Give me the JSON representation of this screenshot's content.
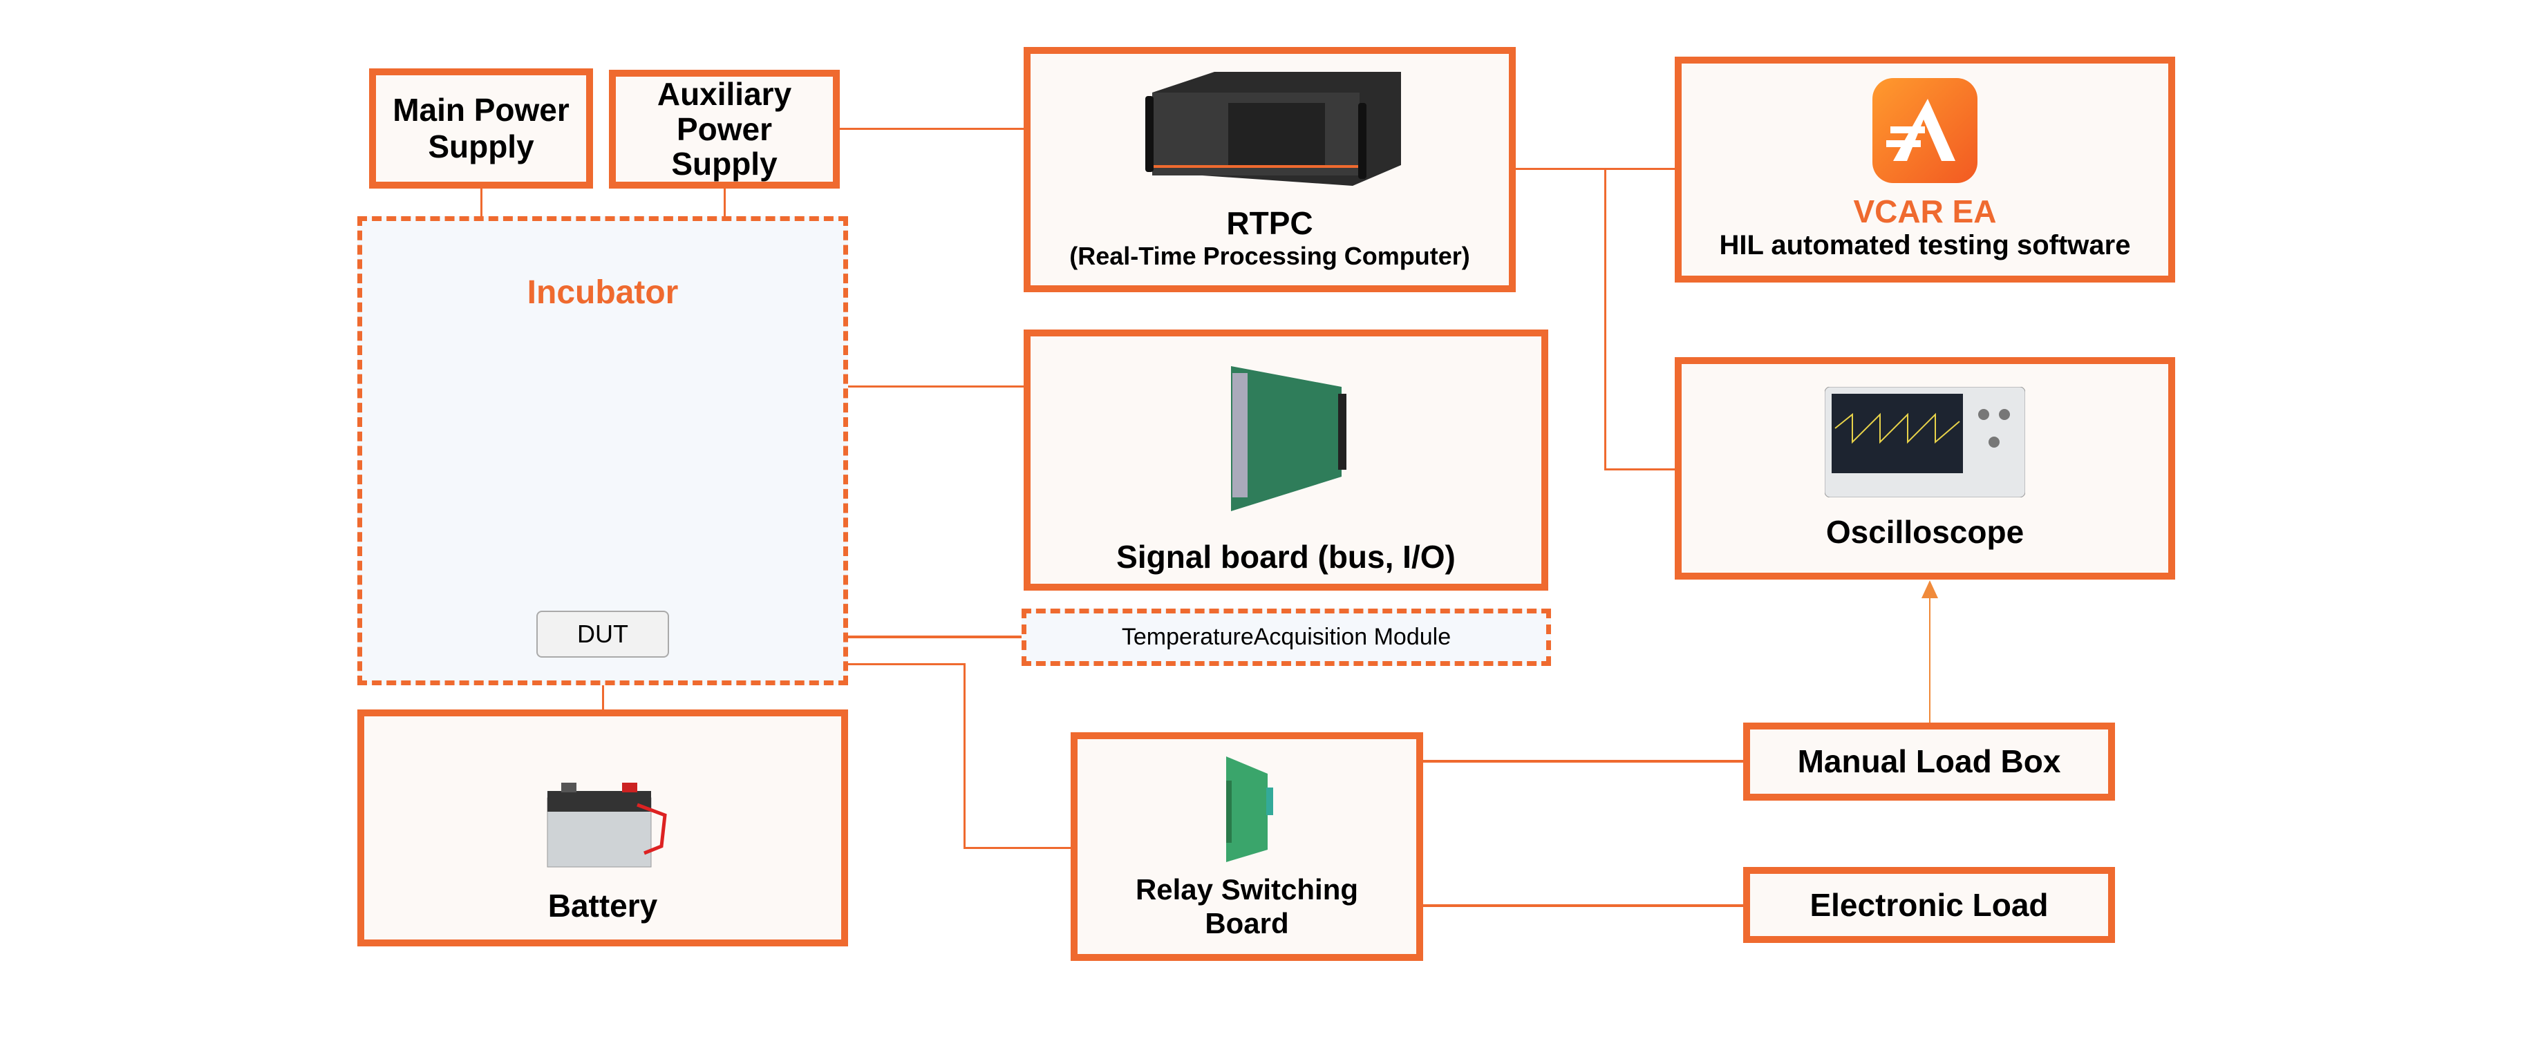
{
  "colors": {
    "accent": "#ef6a2f",
    "box_fill": "#fdf9f6",
    "dashed_fill": "#f5f8fc"
  },
  "nodes": {
    "main_power": "Main Power Supply",
    "aux_power": "Auxiliary Power Supply",
    "incubator": "Incubator",
    "dut": "DUT",
    "battery": "Battery",
    "rtpc_title": "RTPC",
    "rtpc_sub": "(Real-Time Processing Computer)",
    "signal_board": "Signal board (bus, I/O)",
    "temp_module": "TemperatureAcquisition Module",
    "relay": "Relay Switching Board",
    "vcar_title": "VCAR EA",
    "vcar_sub": "HIL automated testing software",
    "oscilloscope": "Oscilloscope",
    "manual_load": "Manual Load Box",
    "electronic_load": "Electronic Load"
  },
  "icons": [
    "rack-computer-image",
    "signal-board-image",
    "battery-image",
    "relay-board-image",
    "vcar-logo",
    "oscilloscope-image"
  ]
}
